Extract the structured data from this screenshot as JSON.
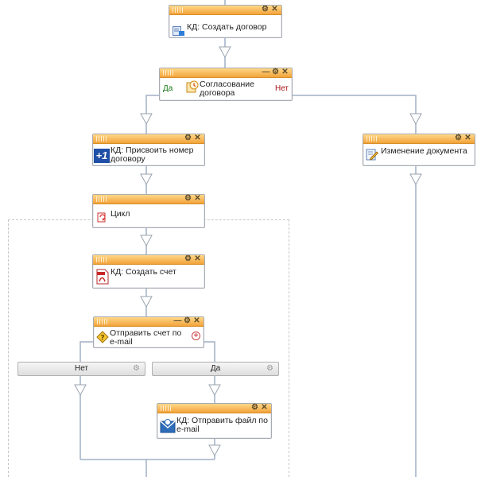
{
  "colors": {
    "header_top": "#ffd889",
    "header_bottom": "#f2a33a",
    "wire": "#9fb0c6",
    "arrow_fill": "#ffffff",
    "arrow_stroke": "#9aa3ad",
    "yes": "#1a7a1a",
    "no": "#aa1111"
  },
  "header_controls": {
    "gear": "⚙",
    "close": "✕",
    "minimize": "—"
  },
  "nodes": {
    "create_contract": {
      "label": "КД: Создать договор",
      "icon": "document-create-icon"
    },
    "approval": {
      "label_line1": "Согласование",
      "label_line2": "договора",
      "yes": "Да",
      "no": "Нет",
      "icon": "approval-clock-icon"
    },
    "assign_number": {
      "label_line1": "КД: Присвоить номер",
      "label_line2": "договору",
      "icon": "plus-one-icon",
      "icon_text": "+1"
    },
    "change_document": {
      "label": "Изменение документа",
      "icon": "edit-document-icon"
    },
    "loop": {
      "label": "Цикл",
      "icon": "loop-icon"
    },
    "create_invoice": {
      "label": "КД: Создать счет",
      "icon": "pdf-icon"
    },
    "send_invoice": {
      "label_line1": "Отправить счет по",
      "label_line2": "e-mail",
      "icon": "condition-icon"
    },
    "send_file": {
      "label_line1": "КД: Отправить файл по",
      "label_line2": "e-mail",
      "icon": "email-envelope-icon"
    }
  },
  "branches": {
    "no": "Нет",
    "yes": "Да"
  }
}
